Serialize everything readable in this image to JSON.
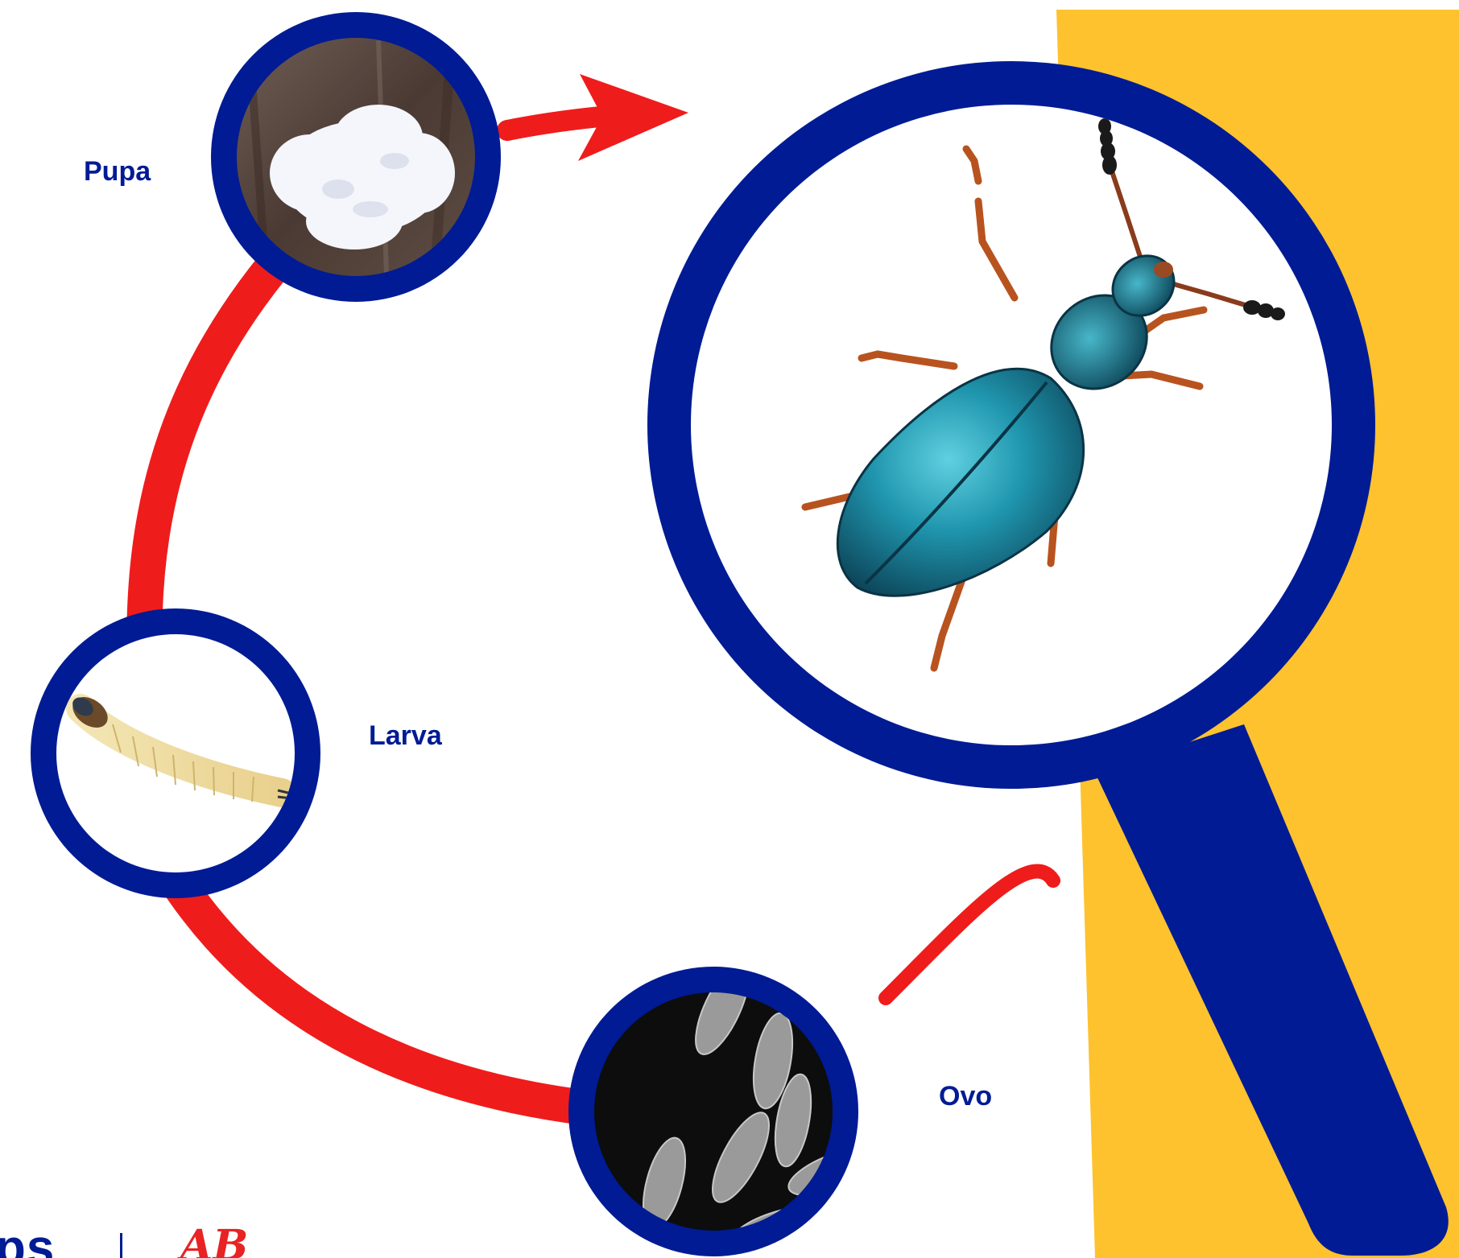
{
  "stages": {
    "pupa": "Pupa",
    "larva": "Larva",
    "ovo": "Ovo"
  },
  "images": {
    "adult": "metallic-blue-beetle",
    "pupa": "white-cocoon-on-bark",
    "larva": "pale-yellow-larva",
    "egg": "elongated-grey-eggs"
  },
  "footer": {
    "logo_left": "ps",
    "logo_right": "AB"
  },
  "colors": {
    "ring_blue": "#001b94",
    "cycle_red": "#ef1c1c",
    "panel_yellow": "#fec22e",
    "label_blue": "#001b94",
    "beetle_teal": "#1e8aa3"
  }
}
